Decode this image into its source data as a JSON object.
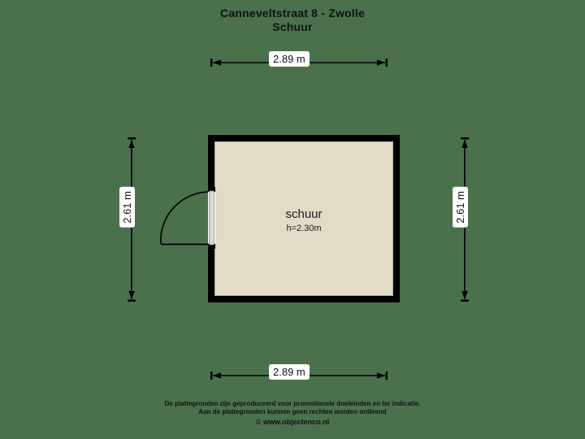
{
  "title": {
    "address": "Canneveltstraat 8 - Zwolle",
    "subtitle": "Schuur"
  },
  "room": {
    "name": "schuur",
    "height_label": "h=2.30m",
    "fill_color": "#e2dcc6",
    "wall_color": "#000000"
  },
  "dimensions": {
    "top": "2.89 m",
    "bottom": "2.89 m",
    "left": "2.61 m",
    "right": "2.61 m"
  },
  "door": {
    "label": "door-swing-left-wall"
  },
  "footer": {
    "line1": "De plattegronden zijn geproduceerd voor promotionele doeleinden en ter indicatie.",
    "line2": "Aan de plattegronden kunnen geen rechten worden ontleend",
    "line3": "© www.objectenco.nl"
  },
  "colors": {
    "background": "#4a714c",
    "text": "#111111",
    "label_background": "#ffffff"
  }
}
